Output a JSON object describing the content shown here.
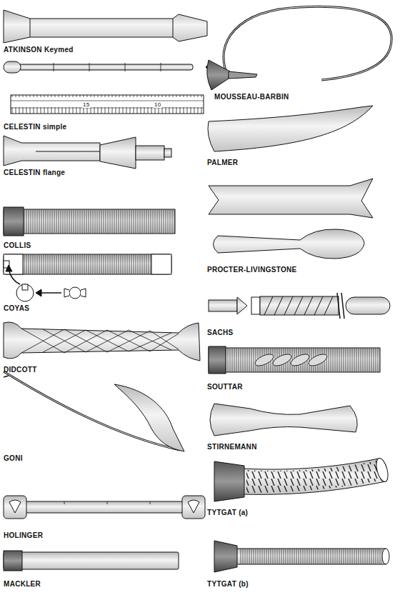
{
  "diagram": {
    "labels": [
      "ATKINSON Keymed",
      "15",
      "10",
      "CELESTIN simple",
      "CELESTIN flange",
      "COLLIS",
      "COYAS",
      "DIDCOTT",
      "GONI",
      "HOLINGER",
      "MACKLER",
      "MOUSSEAU-BARBIN",
      "PALMER",
      "PROCTER-LIVINGSTONE",
      "SACHS",
      "SOUTTAR",
      "STIRNEMANN",
      "TYTGAT (a)",
      "TYTGAT (b)"
    ]
  }
}
